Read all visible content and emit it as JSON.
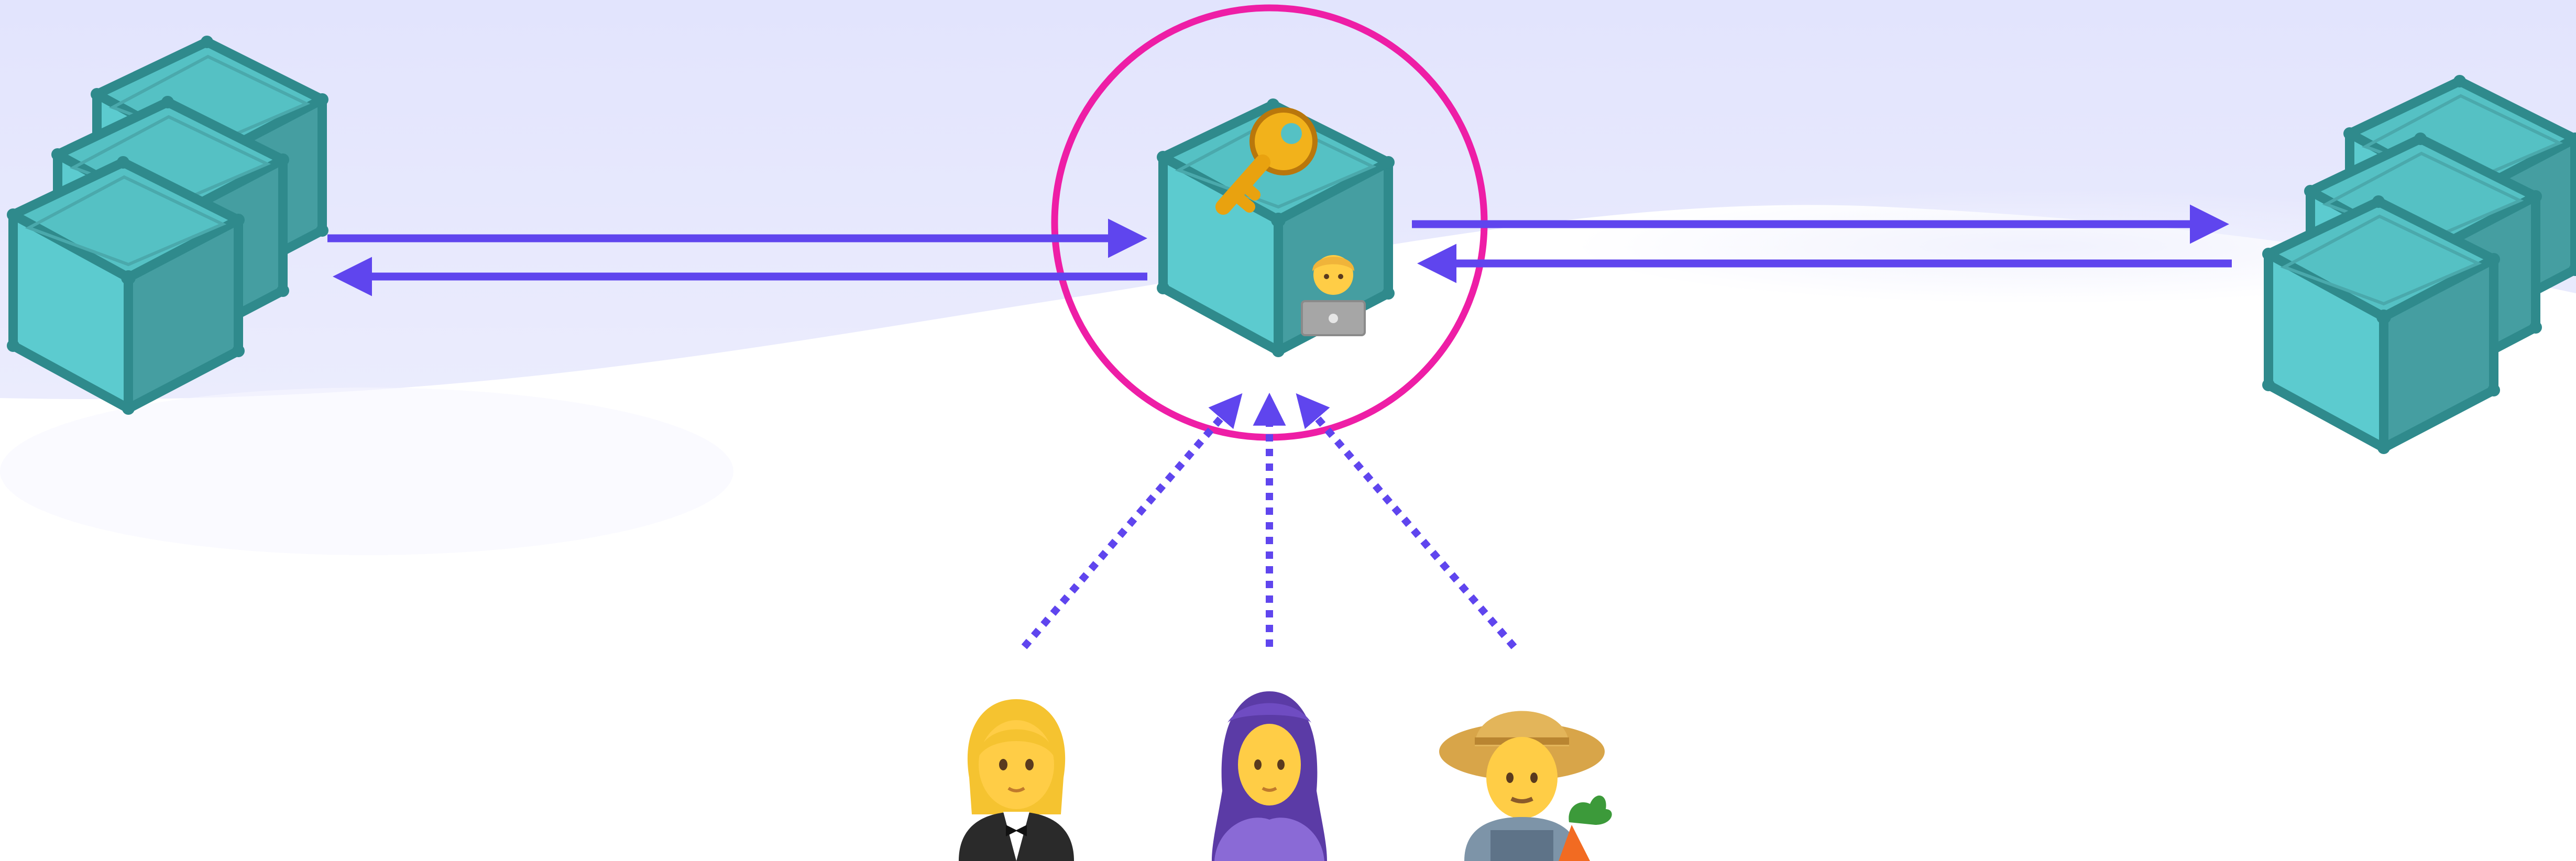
{
  "colors": {
    "background_top": "#e4e6fd",
    "background_bottom": "#ffffff",
    "cube_front": "#5ccbcf",
    "cube_top": "#52bcbf",
    "cube_side": "#459c9f",
    "cube_edge": "#2f8a8c",
    "arrow": "#5f45ee",
    "highlight_ring": "#ee1ea6"
  },
  "nodes": {
    "left_cluster": {
      "icon": "stacked-cubes-icon",
      "count": 3
    },
    "center_node": {
      "icon": "cube-icon",
      "badges": [
        "key-icon",
        "technologist-icon"
      ],
      "highlighted": true
    },
    "right_cluster": {
      "icon": "stacked-cubes-icon",
      "count": 3
    }
  },
  "connections": [
    {
      "from": "left_cluster",
      "to": "center_node",
      "style": "solid"
    },
    {
      "from": "center_node",
      "to": "left_cluster",
      "style": "solid"
    },
    {
      "from": "center_node",
      "to": "right_cluster",
      "style": "solid"
    },
    {
      "from": "right_cluster",
      "to": "center_node",
      "style": "solid"
    },
    {
      "from": "user_1",
      "to": "center_node",
      "style": "dotted"
    },
    {
      "from": "user_2",
      "to": "center_node",
      "style": "dotted"
    },
    {
      "from": "user_3",
      "to": "center_node",
      "style": "dotted"
    }
  ],
  "users": [
    {
      "id": "user_1",
      "icon": "woman-in-tuxedo-icon"
    },
    {
      "id": "user_2",
      "icon": "woman-with-headscarf-icon"
    },
    {
      "id": "user_3",
      "icon": "farmer-icon"
    }
  ]
}
